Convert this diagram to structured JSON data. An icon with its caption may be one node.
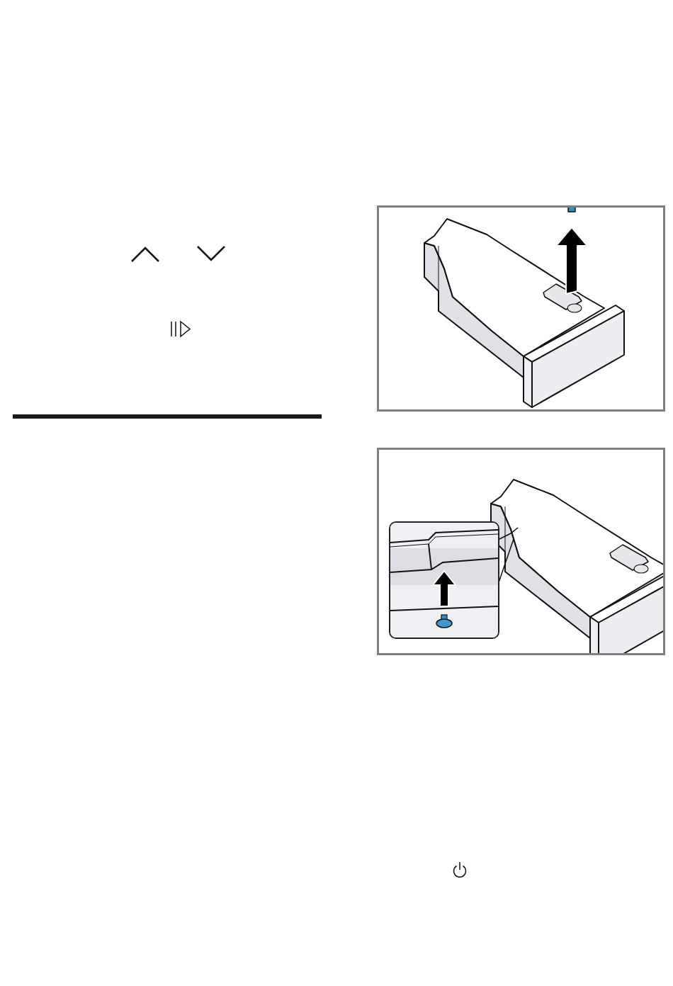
{
  "diagram": {
    "nodes": [
      {
        "text": [],
        "shape": "box"
      },
      {
        "text": [],
        "shape": "box"
      },
      {
        "text": [],
        "shape": "box",
        "in": 1
      }
    ]
  }
}
